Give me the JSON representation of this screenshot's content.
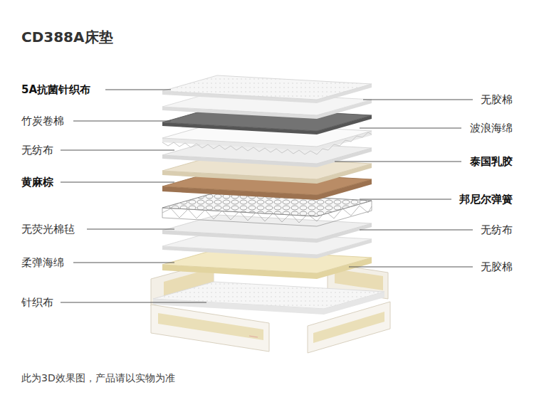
{
  "diagram": {
    "title": "CD388A床垫",
    "caption": "此为3D效果图，产品请以实物为准",
    "labels": [
      "5A抗菌针织布",
      "竹炭卷棉",
      "无纺布",
      "黄麻棕",
      "无荧光棉毡",
      "柔弹海绵",
      "针织布",
      "无胶棉",
      "波浪海绵",
      "泰国乳胶",
      "邦尼尔弹簧",
      "无纺布",
      "无胶棉"
    ]
  }
}
